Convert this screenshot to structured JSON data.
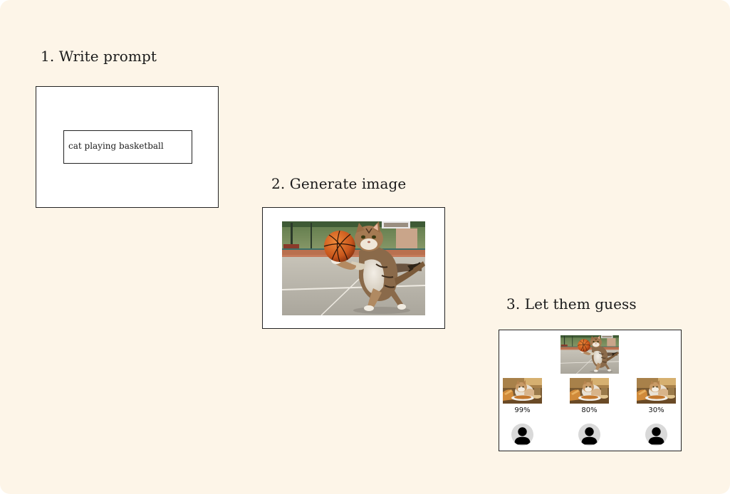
{
  "steps": [
    {
      "title": "1. Write prompt"
    },
    {
      "title": "2. Generate image"
    },
    {
      "title": "3. Let them guess"
    }
  ],
  "prompt": {
    "text": "cat playing basketball"
  },
  "guesses": [
    {
      "score": "99%"
    },
    {
      "score": "80%"
    },
    {
      "score": "30%"
    }
  ],
  "images": {
    "generated": "cat-playing-basketball-photo",
    "guess": "cat-eating-photo"
  },
  "colors": {
    "background": "#fdf5e8",
    "panel": "#ffffff",
    "border": "#222222",
    "avatar": "#d9d9d9"
  }
}
